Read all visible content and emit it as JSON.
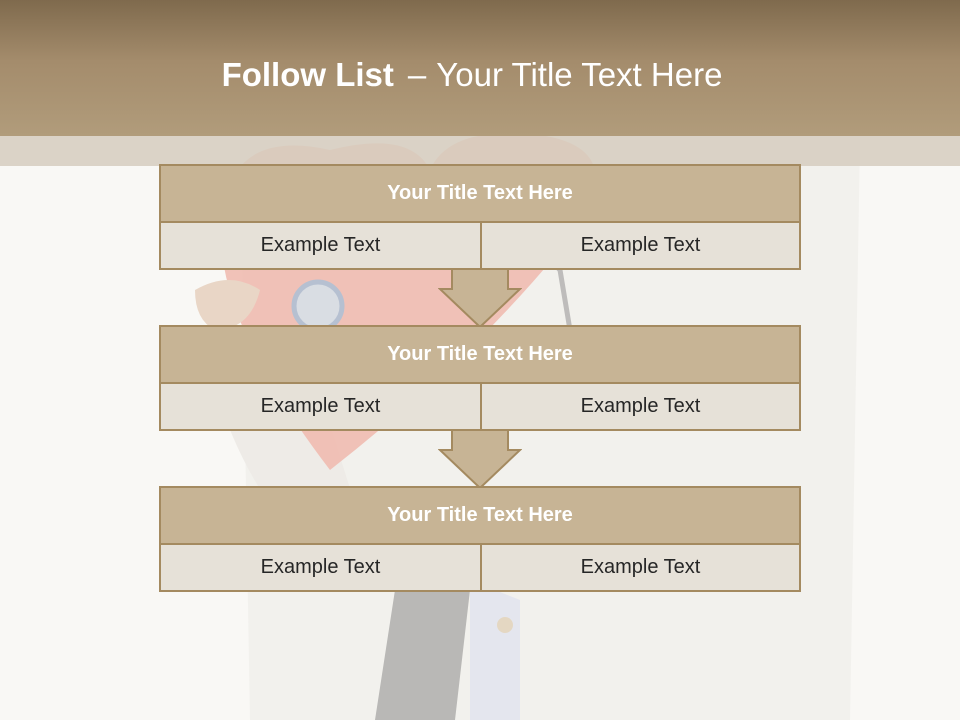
{
  "slide": {
    "title_bold": "Follow List",
    "title_dash": "–",
    "title_rest": "Your Title Text Here"
  },
  "flow": {
    "steps": [
      {
        "title": "Your Title Text Here",
        "left": "Example Text",
        "right": "Example Text"
      },
      {
        "title": "Your Title Text Here",
        "left": "Example Text",
        "right": "Example Text"
      },
      {
        "title": "Your Title Text Here",
        "left": "Example Text",
        "right": "Example Text"
      }
    ]
  },
  "colors": {
    "header": "#a48c6c",
    "block_title": "#c7b495",
    "block_body": "#e6e1d8",
    "border": "#a48a60",
    "arrow": "#c7b495"
  },
  "icons": [
    "down-arrow-icon",
    "down-arrow-icon"
  ]
}
